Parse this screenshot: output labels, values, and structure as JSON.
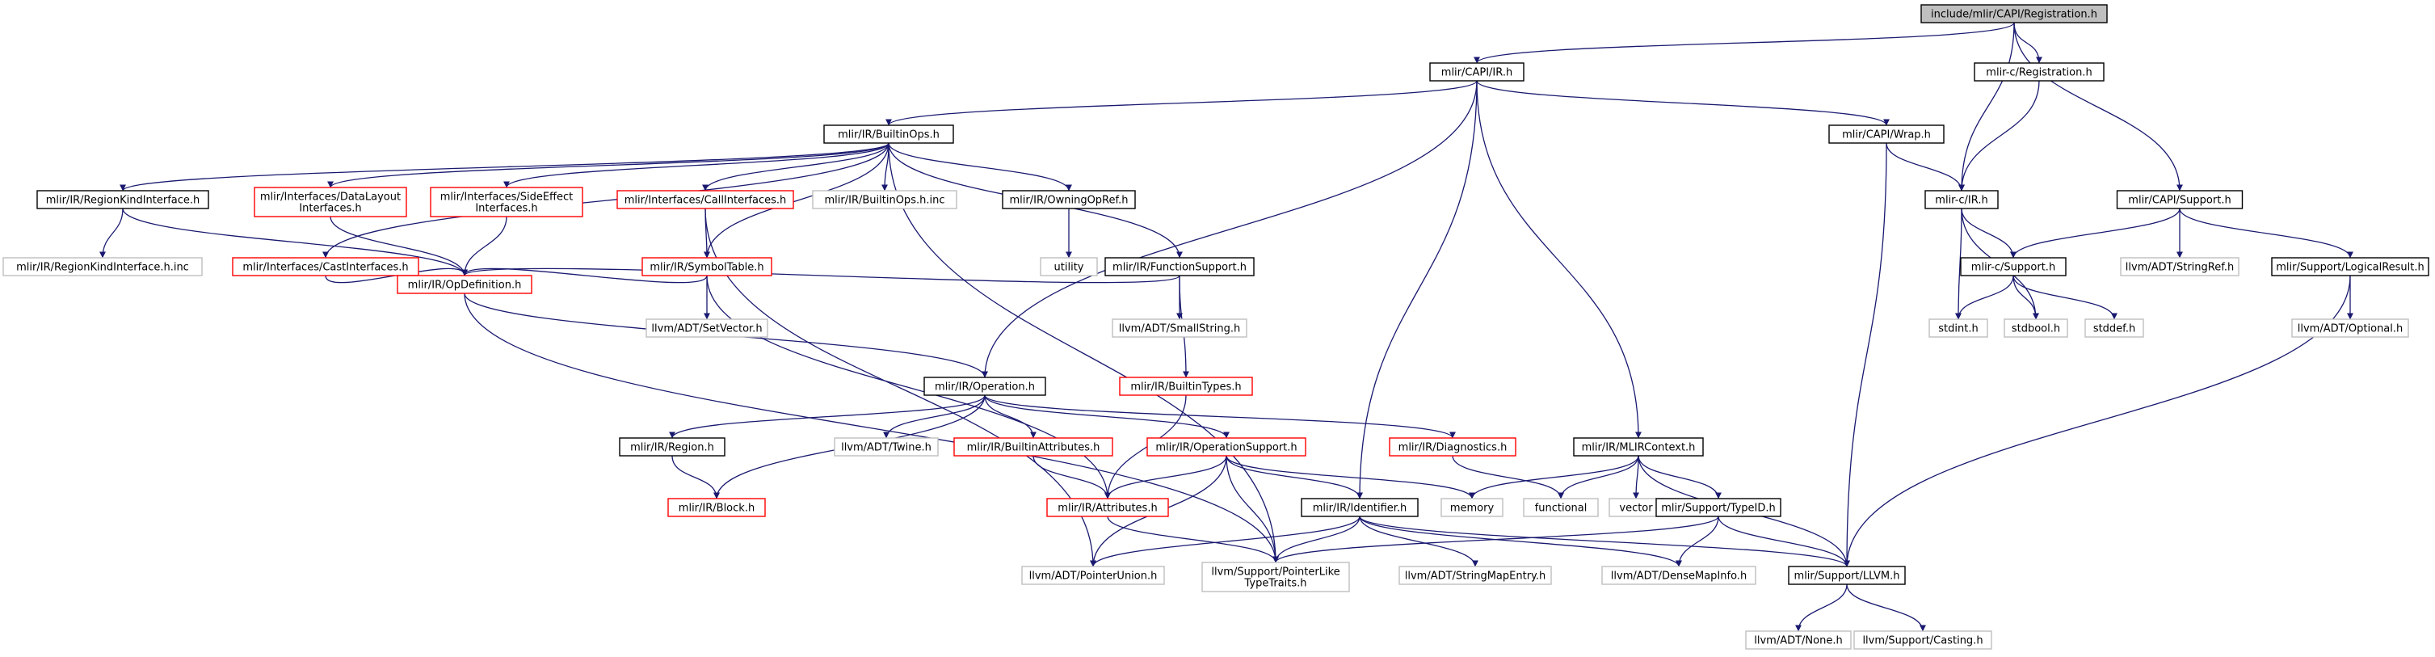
{
  "colors": {
    "black_border": "#000000",
    "red_border": "#ff0000",
    "grey_border": "#bfbfbf",
    "root_fill": "#bfbfbf",
    "edge": "#191970"
  },
  "graph": {
    "nodes": [
      {
        "id": "registration",
        "lines": [
          "include/mlir/CAPI/Registration.h"
        ],
        "style": "root"
      },
      {
        "id": "capi-ir",
        "lines": [
          "mlir/CAPI/IR.h"
        ],
        "style": "black"
      },
      {
        "id": "c-registration",
        "lines": [
          "mlir-c/Registration.h"
        ],
        "style": "black"
      },
      {
        "id": "builtin-ops",
        "lines": [
          "mlir/IR/BuiltinOps.h"
        ],
        "style": "black"
      },
      {
        "id": "capi-wrap",
        "lines": [
          "mlir/CAPI/Wrap.h"
        ],
        "style": "black"
      },
      {
        "id": "c-ir",
        "lines": [
          "mlir-c/IR.h"
        ],
        "style": "black"
      },
      {
        "id": "capi-support",
        "lines": [
          "mlir/CAPI/Support.h"
        ],
        "style": "black"
      },
      {
        "id": "region-kind",
        "lines": [
          "mlir/IR/RegionKindInterface.h"
        ],
        "style": "black"
      },
      {
        "id": "data-layout",
        "lines": [
          "mlir/Interfaces/DataLayout",
          "Interfaces.h"
        ],
        "style": "red"
      },
      {
        "id": "side-effect",
        "lines": [
          "mlir/Interfaces/SideEffect",
          "Interfaces.h"
        ],
        "style": "red"
      },
      {
        "id": "call-interfaces",
        "lines": [
          "mlir/Interfaces/CallInterfaces.h"
        ],
        "style": "red"
      },
      {
        "id": "builtin-ops-inc",
        "lines": [
          "mlir/IR/BuiltinOps.h.inc"
        ],
        "style": "grey"
      },
      {
        "id": "owning-op-ref",
        "lines": [
          "mlir/IR/OwningOpRef.h"
        ],
        "style": "black"
      },
      {
        "id": "region-kind-inc",
        "lines": [
          "mlir/IR/RegionKindInterface.h.inc"
        ],
        "style": "grey"
      },
      {
        "id": "cast-interfaces",
        "lines": [
          "mlir/Interfaces/CastInterfaces.h"
        ],
        "style": "red"
      },
      {
        "id": "symbol-table",
        "lines": [
          "mlir/IR/SymbolTable.h"
        ],
        "style": "red"
      },
      {
        "id": "utility",
        "lines": [
          "utility"
        ],
        "style": "grey"
      },
      {
        "id": "function-support",
        "lines": [
          "mlir/IR/FunctionSupport.h"
        ],
        "style": "black"
      },
      {
        "id": "c-support",
        "lines": [
          "mlir-c/Support.h"
        ],
        "style": "black"
      },
      {
        "id": "string-ref",
        "lines": [
          "llvm/ADT/StringRef.h"
        ],
        "style": "grey"
      },
      {
        "id": "logical-result",
        "lines": [
          "mlir/Support/LogicalResult.h"
        ],
        "style": "black"
      },
      {
        "id": "op-definition",
        "lines": [
          "mlir/IR/OpDefinition.h"
        ],
        "style": "red"
      },
      {
        "id": "set-vector",
        "lines": [
          "llvm/ADT/SetVector.h"
        ],
        "style": "grey"
      },
      {
        "id": "small-string",
        "lines": [
          "llvm/ADT/SmallString.h"
        ],
        "style": "grey"
      },
      {
        "id": "stdint",
        "lines": [
          "stdint.h"
        ],
        "style": "grey"
      },
      {
        "id": "stdbool",
        "lines": [
          "stdbool.h"
        ],
        "style": "grey"
      },
      {
        "id": "stddef",
        "lines": [
          "stddef.h"
        ],
        "style": "grey"
      },
      {
        "id": "optional",
        "lines": [
          "llvm/ADT/Optional.h"
        ],
        "style": "grey"
      },
      {
        "id": "operation",
        "lines": [
          "mlir/IR/Operation.h"
        ],
        "style": "black"
      },
      {
        "id": "builtin-types",
        "lines": [
          "mlir/IR/BuiltinTypes.h"
        ],
        "style": "red"
      },
      {
        "id": "ir-region",
        "lines": [
          "mlir/IR/Region.h"
        ],
        "style": "black"
      },
      {
        "id": "twine",
        "lines": [
          "llvm/ADT/Twine.h"
        ],
        "style": "grey"
      },
      {
        "id": "builtin-attributes",
        "lines": [
          "mlir/IR/BuiltinAttributes.h"
        ],
        "style": "red"
      },
      {
        "id": "operation-support",
        "lines": [
          "mlir/IR/OperationSupport.h"
        ],
        "style": "red"
      },
      {
        "id": "diagnostics",
        "lines": [
          "mlir/IR/Diagnostics.h"
        ],
        "style": "red"
      },
      {
        "id": "mlir-context",
        "lines": [
          "mlir/IR/MLIRContext.h"
        ],
        "style": "black"
      },
      {
        "id": "ir-block",
        "lines": [
          "mlir/IR/Block.h"
        ],
        "style": "red"
      },
      {
        "id": "attributes",
        "lines": [
          "mlir/IR/Attributes.h"
        ],
        "style": "red"
      },
      {
        "id": "identifier",
        "lines": [
          "mlir/IR/Identifier.h"
        ],
        "style": "black"
      },
      {
        "id": "memory",
        "lines": [
          "memory"
        ],
        "style": "grey"
      },
      {
        "id": "functional",
        "lines": [
          "functional"
        ],
        "style": "grey"
      },
      {
        "id": "vector",
        "lines": [
          "vector"
        ],
        "style": "grey"
      },
      {
        "id": "type-id",
        "lines": [
          "mlir/Support/TypeID.h"
        ],
        "style": "black"
      },
      {
        "id": "pointer-union",
        "lines": [
          "llvm/ADT/PointerUnion.h"
        ],
        "style": "grey"
      },
      {
        "id": "pointer-like",
        "lines": [
          "llvm/Support/PointerLike",
          "TypeTraits.h"
        ],
        "style": "grey"
      },
      {
        "id": "string-map-entry",
        "lines": [
          "llvm/ADT/StringMapEntry.h"
        ],
        "style": "grey"
      },
      {
        "id": "dense-map-info",
        "lines": [
          "llvm/ADT/DenseMapInfo.h"
        ],
        "style": "grey"
      },
      {
        "id": "support-llvm",
        "lines": [
          "mlir/Support/LLVM.h"
        ],
        "style": "black"
      },
      {
        "id": "none",
        "lines": [
          "llvm/ADT/None.h"
        ],
        "style": "grey"
      },
      {
        "id": "casting",
        "lines": [
          "llvm/Support/Casting.h"
        ],
        "style": "grey"
      }
    ],
    "edges": [
      [
        "registration",
        "capi-ir"
      ],
      [
        "registration",
        "c-registration"
      ],
      [
        "registration",
        "c-ir"
      ],
      [
        "registration",
        "capi-support"
      ],
      [
        "capi-ir",
        "builtin-ops"
      ],
      [
        "capi-ir",
        "capi-wrap"
      ],
      [
        "capi-ir",
        "operation"
      ],
      [
        "capi-ir",
        "identifier"
      ],
      [
        "capi-ir",
        "mlir-context"
      ],
      [
        "c-registration",
        "c-ir"
      ],
      [
        "capi-wrap",
        "c-ir"
      ],
      [
        "capi-wrap",
        "support-llvm"
      ],
      [
        "c-ir",
        "c-support"
      ],
      [
        "c-ir",
        "stdint"
      ],
      [
        "c-ir",
        "stdbool"
      ],
      [
        "capi-support",
        "c-support"
      ],
      [
        "capi-support",
        "string-ref"
      ],
      [
        "capi-support",
        "logical-result"
      ],
      [
        "c-support",
        "stdint"
      ],
      [
        "c-support",
        "stdbool"
      ],
      [
        "c-support",
        "stddef"
      ],
      [
        "logical-result",
        "optional"
      ],
      [
        "logical-result",
        "support-llvm"
      ],
      [
        "builtin-ops",
        "region-kind"
      ],
      [
        "builtin-ops",
        "data-layout"
      ],
      [
        "builtin-ops",
        "side-effect"
      ],
      [
        "builtin-ops",
        "call-interfaces"
      ],
      [
        "builtin-ops",
        "builtin-ops-inc"
      ],
      [
        "builtin-ops",
        "owning-op-ref"
      ],
      [
        "builtin-ops",
        "cast-interfaces"
      ],
      [
        "builtin-ops",
        "symbol-table"
      ],
      [
        "builtin-ops",
        "function-support"
      ],
      [
        "builtin-ops",
        "pointer-like"
      ],
      [
        "region-kind",
        "region-kind-inc"
      ],
      [
        "region-kind",
        "op-definition"
      ],
      [
        "data-layout",
        "op-definition"
      ],
      [
        "side-effect",
        "op-definition"
      ],
      [
        "cast-interfaces",
        "op-definition"
      ],
      [
        "call-interfaces",
        "symbol-table"
      ],
      [
        "call-interfaces",
        "pointer-union"
      ],
      [
        "owning-op-ref",
        "utility"
      ],
      [
        "symbol-table",
        "op-definition"
      ],
      [
        "symbol-table",
        "set-vector"
      ],
      [
        "symbol-table",
        "attributes"
      ],
      [
        "function-support",
        "op-definition"
      ],
      [
        "function-support",
        "small-string"
      ],
      [
        "function-support",
        "builtin-types"
      ],
      [
        "op-definition",
        "operation"
      ],
      [
        "op-definition",
        "pointer-like"
      ],
      [
        "operation",
        "ir-region"
      ],
      [
        "operation",
        "twine"
      ],
      [
        "operation",
        "builtin-attributes"
      ],
      [
        "operation",
        "operation-support"
      ],
      [
        "operation",
        "diagnostics"
      ],
      [
        "operation",
        "ir-block"
      ],
      [
        "builtin-types",
        "attributes"
      ],
      [
        "ir-region",
        "ir-block"
      ],
      [
        "builtin-attributes",
        "attributes"
      ],
      [
        "operation-support",
        "attributes"
      ],
      [
        "operation-support",
        "identifier"
      ],
      [
        "operation-support",
        "memory"
      ],
      [
        "operation-support",
        "pointer-union"
      ],
      [
        "operation-support",
        "pointer-like"
      ],
      [
        "diagnostics",
        "functional"
      ],
      [
        "mlir-context",
        "memory"
      ],
      [
        "mlir-context",
        "functional"
      ],
      [
        "mlir-context",
        "vector"
      ],
      [
        "mlir-context",
        "type-id"
      ],
      [
        "mlir-context",
        "support-llvm"
      ],
      [
        "attributes",
        "pointer-like"
      ],
      [
        "identifier",
        "pointer-union"
      ],
      [
        "identifier",
        "pointer-like"
      ],
      [
        "identifier",
        "string-map-entry"
      ],
      [
        "identifier",
        "dense-map-info"
      ],
      [
        "identifier",
        "support-llvm"
      ],
      [
        "type-id",
        "pointer-like"
      ],
      [
        "type-id",
        "dense-map-info"
      ],
      [
        "type-id",
        "support-llvm"
      ],
      [
        "support-llvm",
        "none"
      ],
      [
        "support-llvm",
        "casting"
      ]
    ]
  }
}
